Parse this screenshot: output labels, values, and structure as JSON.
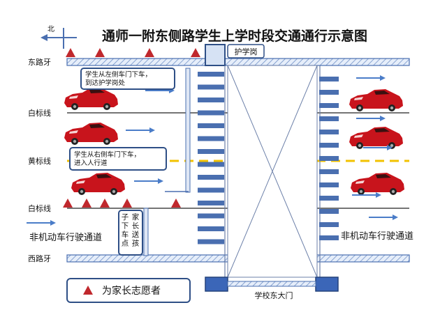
{
  "title": "通师一附东侧路学生上学时段交通通行示意图",
  "compass": {
    "north_label": "北"
  },
  "guard_post_label": "护学岗",
  "lines": {
    "east_curb": "东路牙",
    "white_line_top": "白标线",
    "yellow_line": "黄标线",
    "white_line_bottom": "白标线",
    "west_curb": "西路牙"
  },
  "callouts": {
    "left_door": "学生从左侧车门下车，到达护学岗处",
    "right_door": "学生从右侧车门下车，进入人行道",
    "parent_dropoff": "家长送孩子下车点"
  },
  "lanes": {
    "non_motor_left": "非机动车行驶通道",
    "non_motor_right": "非机动车行驶通道"
  },
  "gate_label": "学校东大门",
  "legend": {
    "label": "为家长志愿者"
  },
  "colors": {
    "road_blue": "#4a6fb0",
    "car_red": "#c8141c",
    "volunteer_red": "#c0282d",
    "yellow_line": "#f2c200",
    "arrow_blue": "#4a7cc8",
    "callout_border": "#2e4f86"
  }
}
